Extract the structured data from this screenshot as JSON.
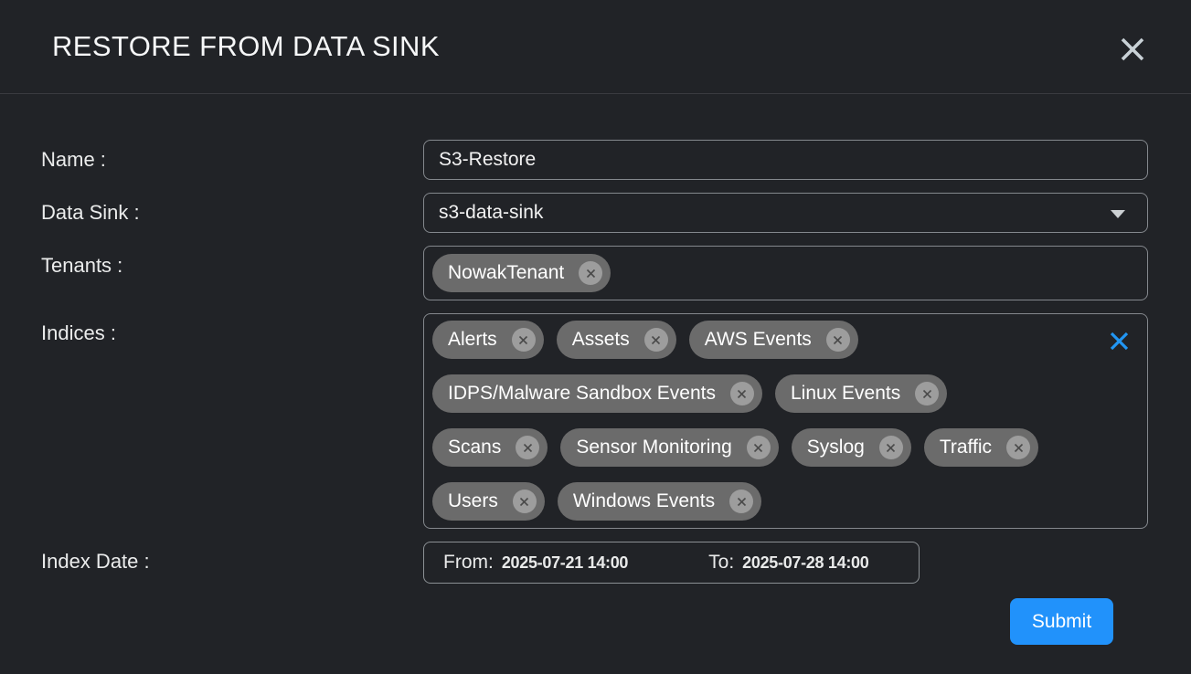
{
  "dialog": {
    "title": "RESTORE FROM DATA SINK"
  },
  "form": {
    "name": {
      "label": "Name :",
      "value": "S3-Restore"
    },
    "data_sink": {
      "label": "Data Sink :",
      "value": "s3-data-sink"
    },
    "tenants": {
      "label": "Tenants :",
      "chips": [
        "NowakTenant"
      ]
    },
    "indices": {
      "label": "Indices :",
      "chips": [
        "Alerts",
        "Assets",
        "AWS Events",
        "IDPS/Malware Sandbox Events",
        "Linux Events",
        "Scans",
        "Sensor Monitoring",
        "Syslog",
        "Traffic",
        "Users",
        "Windows Events"
      ]
    },
    "index_date": {
      "label": "Index Date :",
      "from_label": "From:",
      "from_value": "2025-07-21 14:00",
      "to_label": "To:",
      "to_value": "2025-07-28 14:00"
    },
    "submit_label": "Submit"
  },
  "icons": {
    "close": "close-icon",
    "dropdown": "chevron-down-icon",
    "chip_remove": "chip-remove-icon",
    "clear_all": "clear-indices-icon"
  },
  "colors": {
    "background": "#212327",
    "chip_gray": "#6b6b6b",
    "chip_remove_gray": "#9d9d9d",
    "field_border": "#84888d",
    "accent_blue": "#2196f3",
    "submit_blue": "#2192fb",
    "text_white": "#f2f2f2"
  }
}
